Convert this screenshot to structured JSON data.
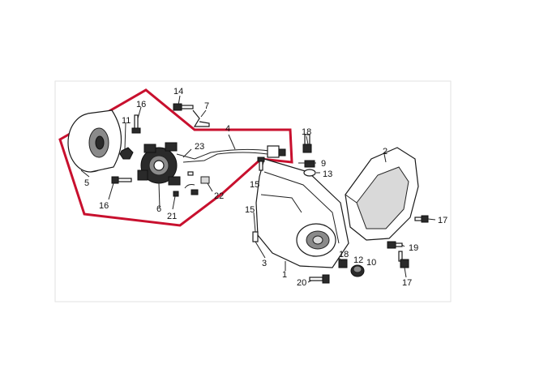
{
  "diagram": {
    "highlight_color": "#c8102e",
    "callouts": [
      {
        "id": "c14",
        "text": "14"
      },
      {
        "id": "c7",
        "text": "7"
      },
      {
        "id": "c16a",
        "text": "16"
      },
      {
        "id": "c4",
        "text": "4"
      },
      {
        "id": "c18a",
        "text": "18"
      },
      {
        "id": "c2",
        "text": "2"
      },
      {
        "id": "c11",
        "text": "11"
      },
      {
        "id": "c23",
        "text": "23"
      },
      {
        "id": "c9",
        "text": "9"
      },
      {
        "id": "c13",
        "text": "13"
      },
      {
        "id": "c5",
        "text": "5"
      },
      {
        "id": "c15",
        "text": "15"
      },
      {
        "id": "c22",
        "text": "22"
      },
      {
        "id": "c16b",
        "text": "16"
      },
      {
        "id": "c6",
        "text": "6"
      },
      {
        "id": "c21",
        "text": "21"
      },
      {
        "id": "c17a",
        "text": "17"
      },
      {
        "id": "c15b",
        "text": "15"
      },
      {
        "id": "c19",
        "text": "19"
      },
      {
        "id": "c3",
        "text": "3"
      },
      {
        "id": "c18b",
        "text": "18"
      },
      {
        "id": "c12",
        "text": "12"
      },
      {
        "id": "c10",
        "text": "10"
      },
      {
        "id": "c1",
        "text": "1"
      },
      {
        "id": "c20",
        "text": "20"
      },
      {
        "id": "c17b",
        "text": "17"
      }
    ]
  }
}
